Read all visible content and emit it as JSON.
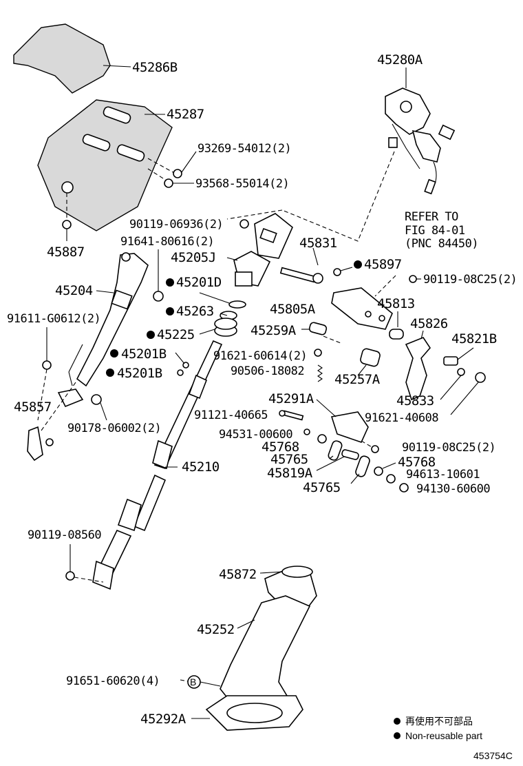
{
  "diagram": {
    "labels": {
      "p45286B": "45286B",
      "p45287": "45287",
      "p93269": "93269-54012(2)",
      "p93568": "93568-55014(2)",
      "p45887": "45887",
      "p90119_06936": "90119-06936(2)",
      "p91641": "91641-80616(2)",
      "p45205J": "45205J",
      "p45831": "45831",
      "p45897": "45897",
      "p90119_08C25a": "90119-08C25(2)",
      "p45204": "45204",
      "p45201D": "45201D",
      "p45805A": "45805A",
      "p45813": "45813",
      "p91611": "91611-G0612(2)",
      "p45263": "45263",
      "p45826": "45826",
      "p45225": "45225",
      "p45259A": "45259A",
      "p45821B": "45821B",
      "p45201Ba": "45201B",
      "p91621_60614": "91621-60614(2)",
      "p90506": "90506-18082",
      "p45257A": "45257A",
      "p45201Bb": "45201B",
      "p45857": "45857",
      "p45291A": "45291A",
      "p45833": "45833",
      "p90178": "90178-06002(2)",
      "p91121": "91121-40665",
      "p91621_40608": "91621-40608",
      "p94531": "94531-00600",
      "p45768a": "45768",
      "p90119_08C25b": "90119-08C25(2)",
      "p45765a": "45765",
      "p45768b": "45768",
      "p45210": "45210",
      "p45819A": "45819A",
      "p94613": "94613-10601",
      "p45765b": "45765",
      "p94130": "94130-60600",
      "p90119_08560": "90119-08560",
      "p45872": "45872",
      "p45252": "45252",
      "p91651": "91651-60620(4)",
      "p45292A": "45292A",
      "p45280A": "45280A",
      "refer1": "REFER TO",
      "refer2": "FIG 84-01",
      "refer3": "(PNC 84450)",
      "circleB": "B"
    },
    "legend": {
      "jp": "再使用不可部品",
      "en": "Non-reusable part"
    },
    "figure_code": "453754C"
  }
}
